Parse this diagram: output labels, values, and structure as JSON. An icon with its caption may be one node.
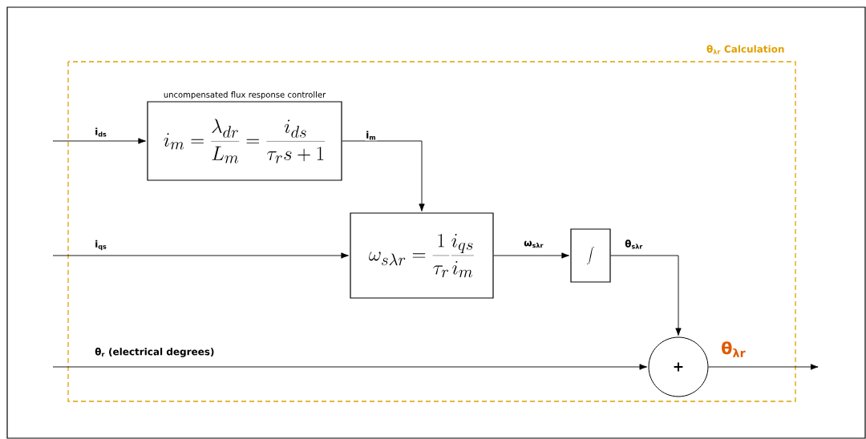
{
  "diagram": {
    "nodes": [
      {
        "text": [
          "θ$_{λr}$ Calculation"
        ]
      },
      {
        "text": [
          "i_m = \\frac{\\lambda_{dr}}{L_m} = \\frac{i_{ds}}{\\tau_r s + 1}"
        ],
        "beside": [
          "uncompensated flux response controller"
        ],
        "in": 0
      },
      {
        "text": [
          "\\omega_{s\\lambda r} = \\frac{1}{\\tau_r}\\frac{i_{qs}}{i_m}"
        ],
        "in": 0
      },
      {
        "text": [
          "\\int"
        ],
        "in": 0
      },
      {
        "text": [
          "+"
        ],
        "in": 0
      }
    ],
    "edges": [
      {
        "from": null,
        "to": 1,
        "arrow": "to",
        "label": "i$_{ds}$"
      },
      {
        "from": 1,
        "to": 2,
        "arrow": "to",
        "label": "i$_{m}$"
      },
      {
        "from": null,
        "to": 2,
        "arrow": "to",
        "label": "i$_{qs}$"
      },
      {
        "from": 2,
        "to": 3,
        "arrow": "to",
        "label": "ω$_{sλr}$"
      },
      {
        "from": 3,
        "to": 4,
        "arrow": "to",
        "label": "θ$_{sλr}$"
      },
      {
        "from": null,
        "to": 4,
        "arrow": "to",
        "label": "θ$_{r}$ (electrical degrees)"
      },
      {
        "from": 4,
        "to": null,
        "arrow": "to",
        "label": "θ$_{λr}$"
      }
    ]
  }
}
